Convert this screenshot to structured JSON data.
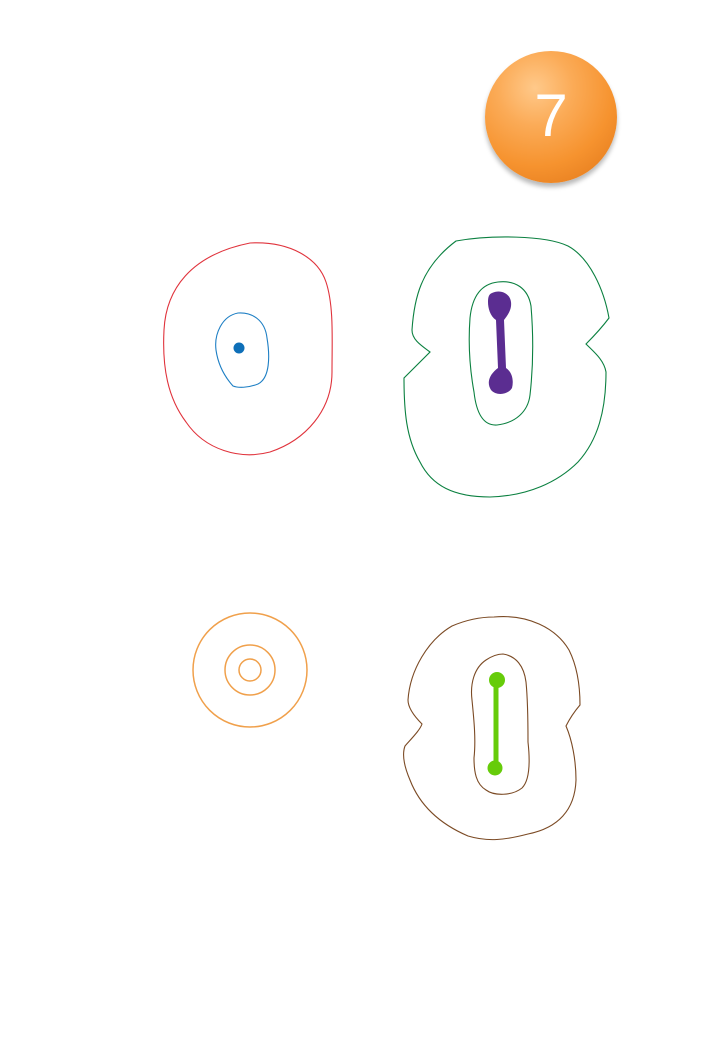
{
  "badge": {
    "number": "7",
    "color": "#F7962F"
  },
  "colors": {
    "outline_red": "#E0333C",
    "outline_blue": "#1E7FC4",
    "dot_blue": "#0E6FB8",
    "outline_green": "#0B8040",
    "bar_purple": "#5B2D91",
    "outline_orange": "#F0A04B",
    "outline_brown": "#7B4A24",
    "bar_lime": "#66CC0A"
  },
  "figures": [
    {
      "id": "cell-1",
      "description_icon": "single-nucleus-dot-icon"
    },
    {
      "id": "cell-2",
      "description_icon": "pinched-cell-with-purple-bar-icon"
    },
    {
      "id": "cell-3",
      "description_icon": "concentric-rings-icon"
    },
    {
      "id": "cell-4",
      "description_icon": "pinched-cell-with-green-bar-icon"
    }
  ]
}
